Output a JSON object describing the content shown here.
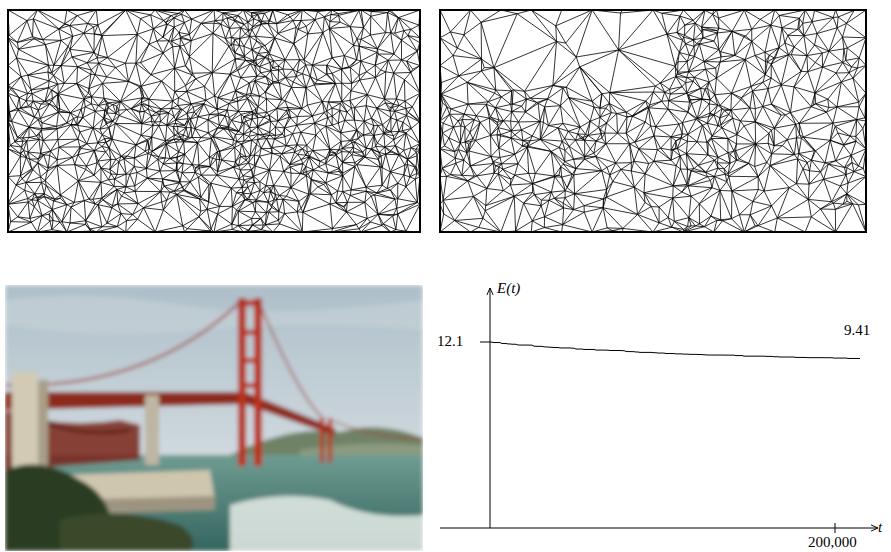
{
  "diagram": {
    "labels": [
      "E(t)",
      "12.1",
      "9.41",
      "200,000",
      "t"
    ]
  }
}
